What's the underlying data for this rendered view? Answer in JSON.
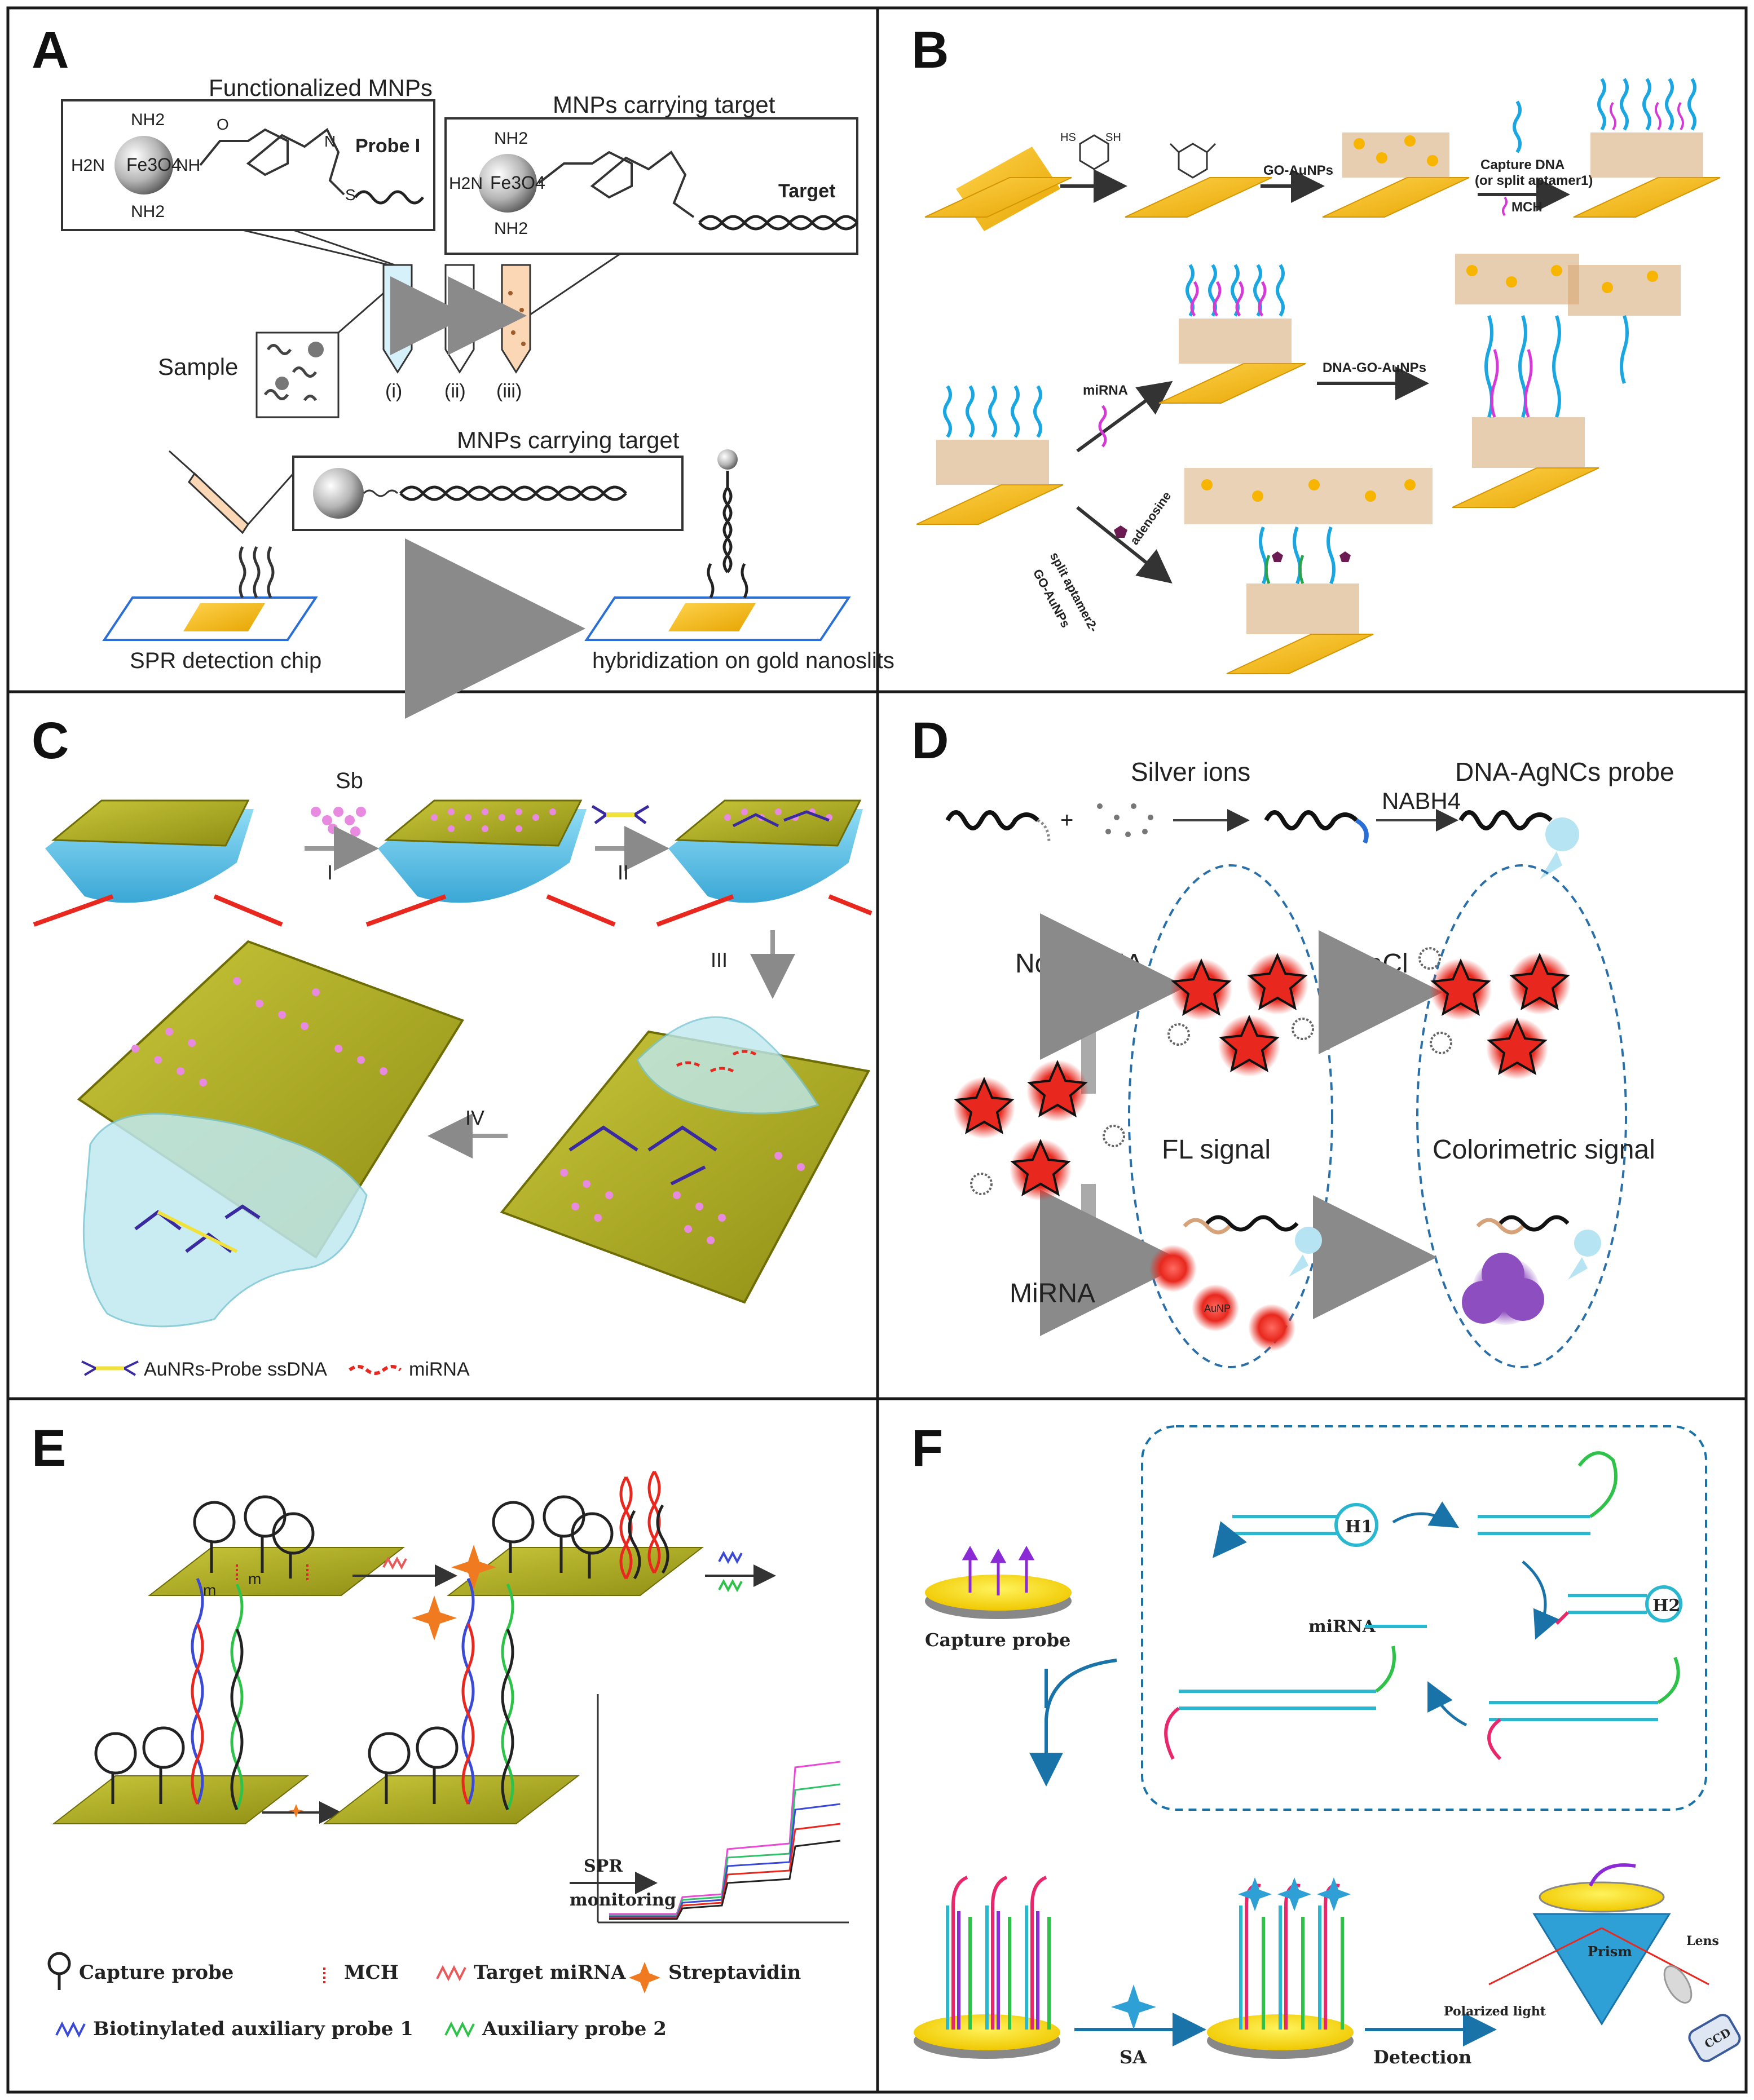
{
  "panels": {
    "A": {
      "letter": "A",
      "functionalized_mnps": "Functionalized MNPs",
      "mnps_carrying_target": "MNPs carrying target",
      "mnps_carrying_target_2": "MNPs carrying target",
      "probe_label": "Probe I",
      "target_label": "Target",
      "fe3o4": "Fe3O4",
      "nh2": "NH2",
      "h2n": "H2N",
      "nh": "NH",
      "o": "O",
      "n": "N",
      "s": "S",
      "sample": "Sample",
      "tube_labels": [
        "(i)",
        "(ii)",
        "(iii)"
      ],
      "spr_chip": "SPR detection chip",
      "hybridization": "hybridization on gold nanoslits"
    },
    "B": {
      "letter": "B",
      "go_aunps": "GO-AuNPs",
      "capture_dna": "Capture DNA",
      "split_aptamer1": "(or split aptamer1)",
      "mch": "MCH",
      "mirna": "miRNA",
      "dna_go_aunps": "DNA-GO-AuNPs",
      "adenosine": "adenosine",
      "split_aptamer2": "split aptamer2-",
      "split_aptamer2_b": "GO-AuNPs",
      "hs": "HS",
      "sh": "SH"
    },
    "C": {
      "letter": "C",
      "sb": "Sb",
      "steps": [
        "I",
        "II",
        "III",
        "IV"
      ],
      "legend_probe": "AuNRs-Probe ssDNA",
      "legend_mirna": "miRNA"
    },
    "D": {
      "letter": "D",
      "silver_ions": "Silver ions",
      "probe": "DNA-AgNCs probe",
      "nabh4": "NABH4",
      "no_mirna": "No miRNA",
      "nacl": "NaCl",
      "fl_signal": "FL signal",
      "colorimetric": "Colorimetric signal",
      "mirna": "MiRNA",
      "aunp": "AuNP"
    },
    "E": {
      "letter": "E",
      "spr_monitoring_1": "SPR",
      "spr_monitoring_2": "monitoring",
      "legend": {
        "capture_probe": "Capture probe",
        "mch": "MCH",
        "target_mirna": "Target miRNA",
        "streptavidin": "Streptavidin",
        "aux1": "Biotinylated auxiliary probe 1",
        "aux2": "Auxiliary probe 2"
      },
      "strand_mark": "m"
    },
    "F": {
      "letter": "F",
      "capture_probe": "Capture probe",
      "mirna": "miRNA",
      "h1": "H1",
      "h2": "H2",
      "sa": "SA",
      "detection": "Detection",
      "polarized_light": "Polarized light",
      "lens": "Lens",
      "prism": "Prism",
      "ccd": "CCD"
    }
  },
  "colors": {
    "gold_chip": "#f2b705",
    "olive_chip": "#b7b627",
    "blue_prism": "#5bc6ea",
    "red_emission": "#e8281e",
    "purple_aunp": "#8d4fbf",
    "teal_arrow": "#1a73a8"
  }
}
